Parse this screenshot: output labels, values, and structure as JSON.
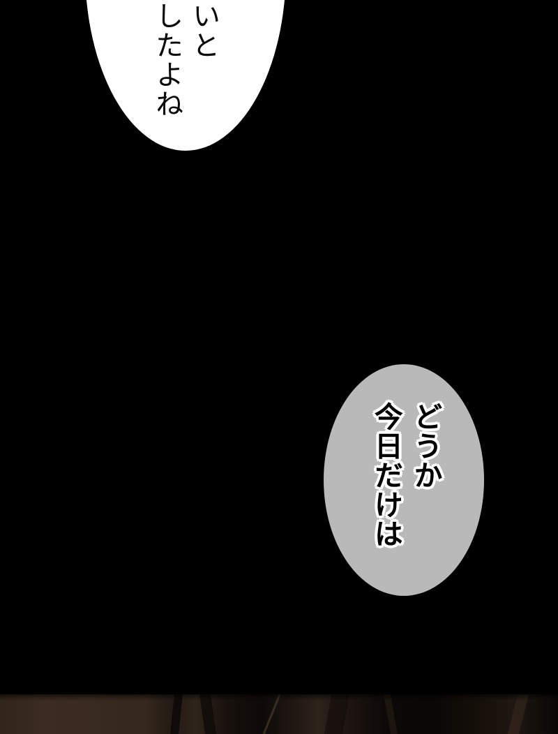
{
  "page": {
    "background_color": "#000000"
  },
  "bubbles": [
    {
      "name": "top-white-bubble",
      "fill": "#ffffff",
      "text_color": "#0a0a0a",
      "writing": "vertical-rl",
      "columns": [
        "いと",
        "したよね"
      ]
    },
    {
      "name": "gray-bubble",
      "fill": "#b9b9b9",
      "text_color": "#000000",
      "outline_color": "#ffffff",
      "writing": "vertical-rl",
      "columns": [
        "どうか",
        "今日だけは"
      ]
    }
  ],
  "bottom_panel": {
    "description_colors": [
      "#3b2b20",
      "#2e221a",
      "#17100c",
      "#0a0706"
    ]
  }
}
